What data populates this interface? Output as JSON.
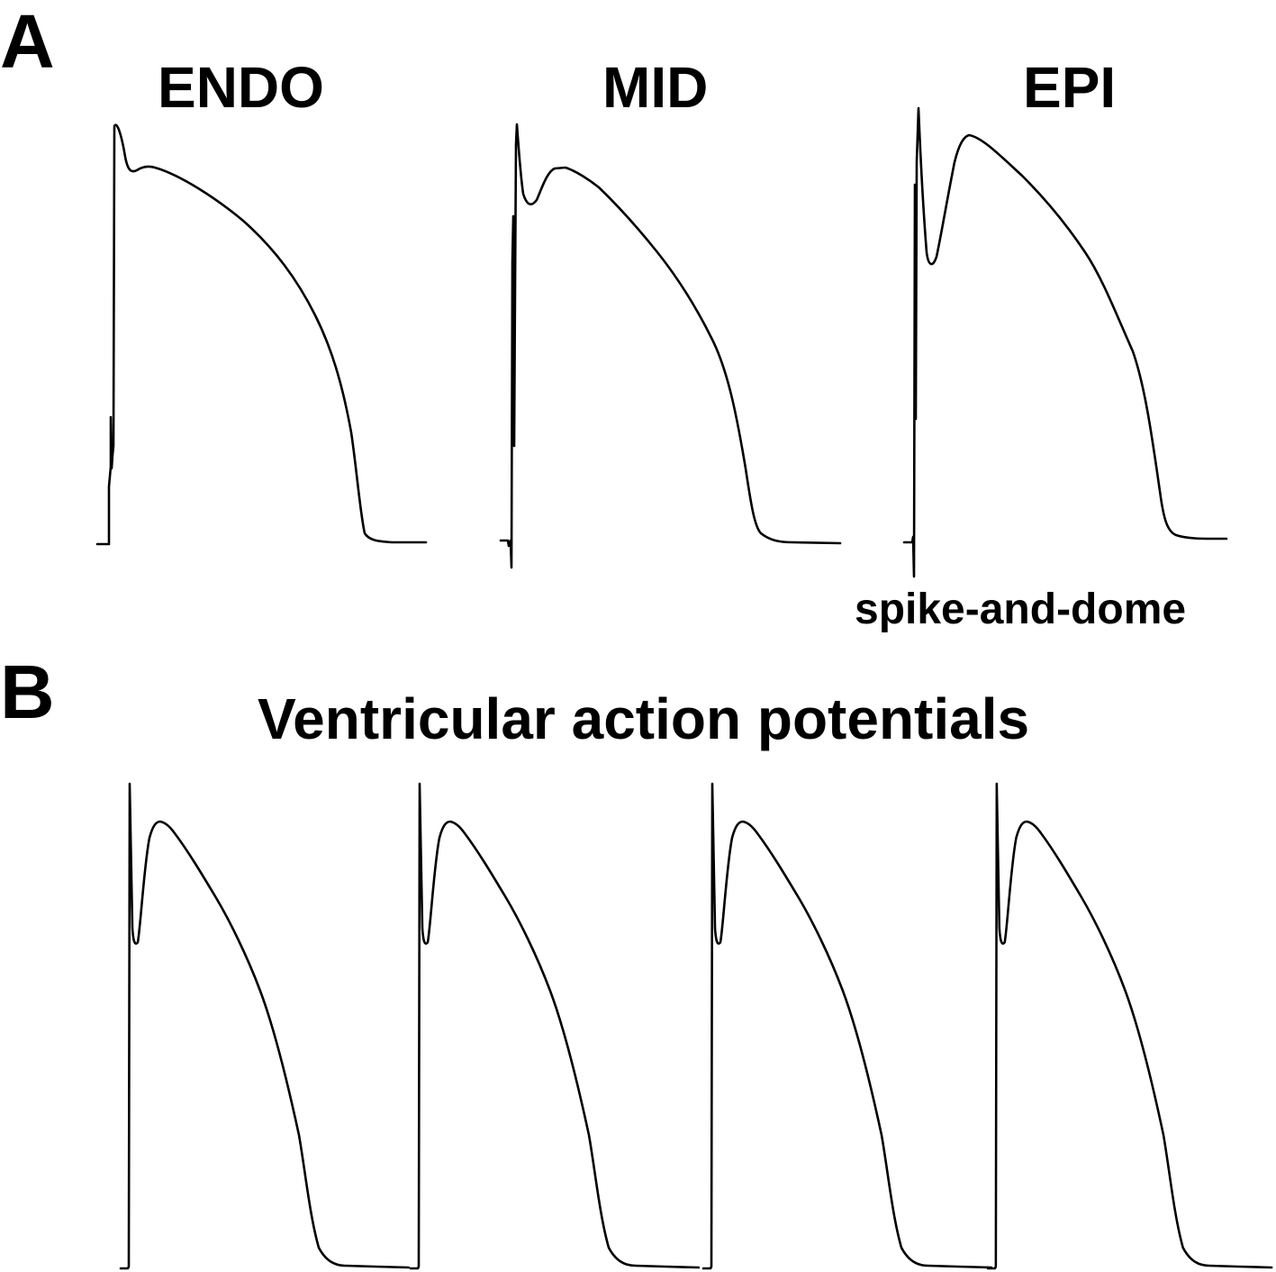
{
  "panel_a": {
    "letter": "A",
    "traces": [
      {
        "label": "ENDO"
      },
      {
        "label": "MID"
      },
      {
        "label": "EPI"
      }
    ],
    "annotation": "spike-and-dome"
  },
  "panel_b": {
    "letter": "B",
    "title": "Ventricular action potentials"
  },
  "colors": {
    "trace": "#000000",
    "background": "#ffffff"
  }
}
